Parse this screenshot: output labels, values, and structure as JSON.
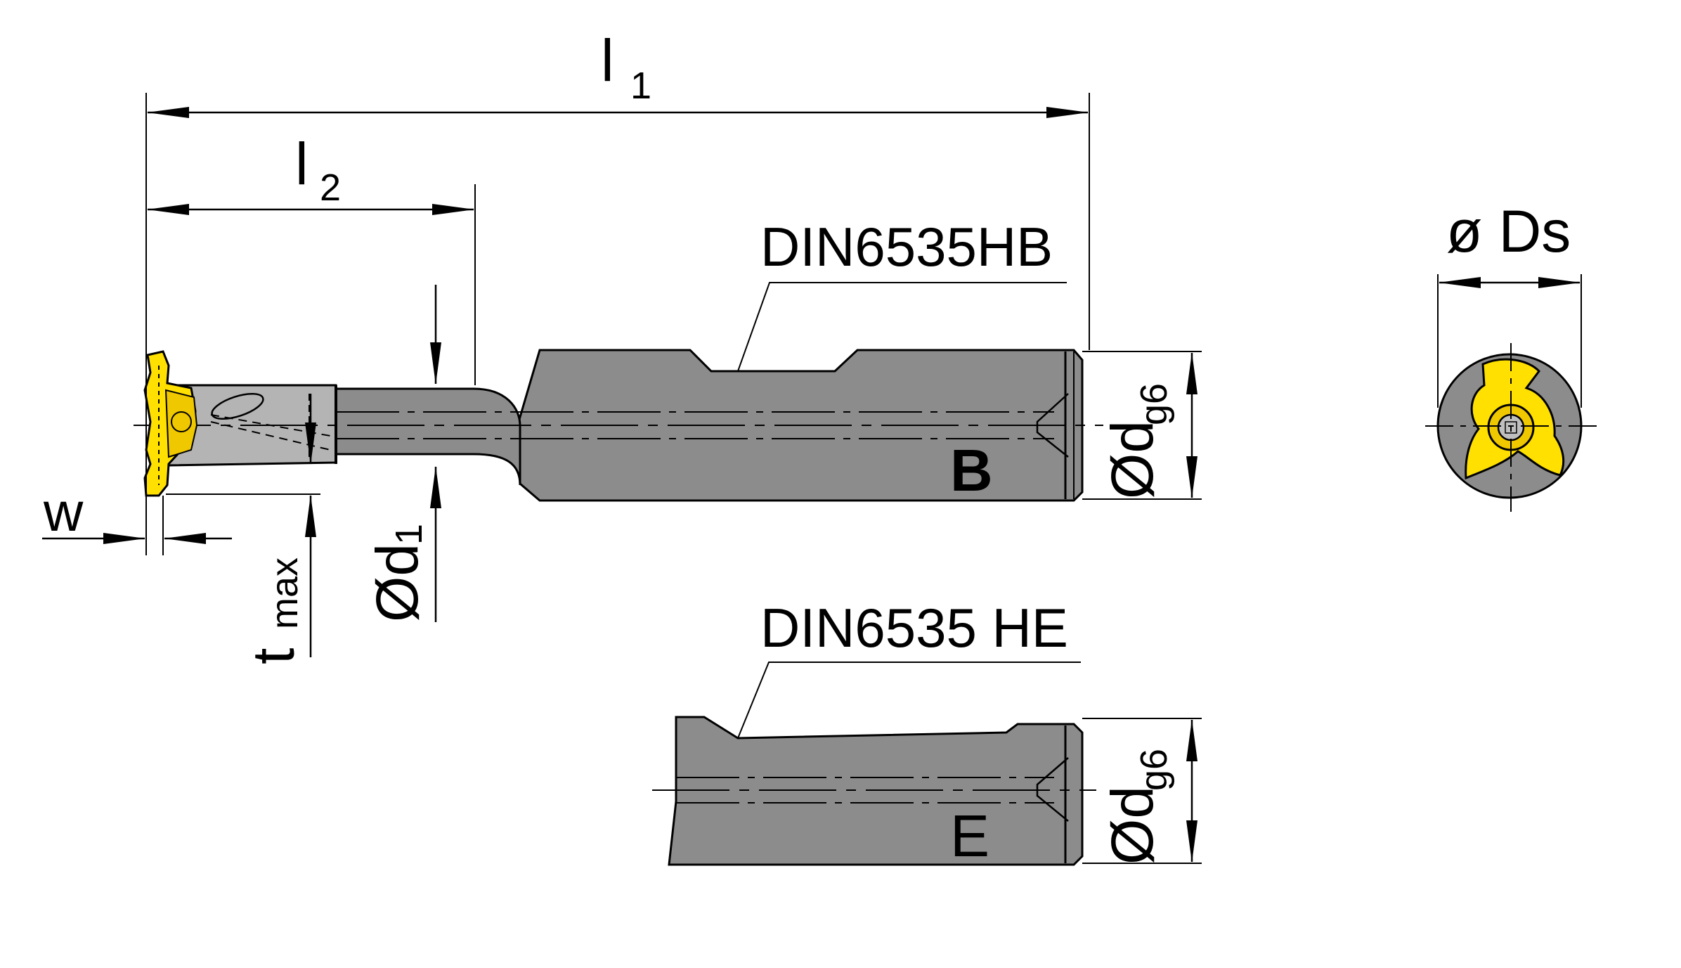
{
  "labels": {
    "l1": "l",
    "l1_sub": "1",
    "l2": "l",
    "l2_sub": "2",
    "w": "w",
    "tmax": "t",
    "tmax_sub": "max",
    "d1": "Ød",
    "d1_sub": "1",
    "dg6_b": "Ød",
    "dg6_b_sub": "g6",
    "dg6_e": "Ød",
    "dg6_e_sub": "g6",
    "ds": "ø Ds",
    "din_hb": "DIN6535HB",
    "din_he": "DIN6535 HE",
    "shank_b": "B",
    "shank_e": "E"
  },
  "colors": {
    "shank": "#8c8c8c",
    "neck": "#a8a8a8",
    "insert": "#ffe000",
    "insert_edge": "#d9a800",
    "line": "#000000",
    "background": "#ffffff"
  }
}
